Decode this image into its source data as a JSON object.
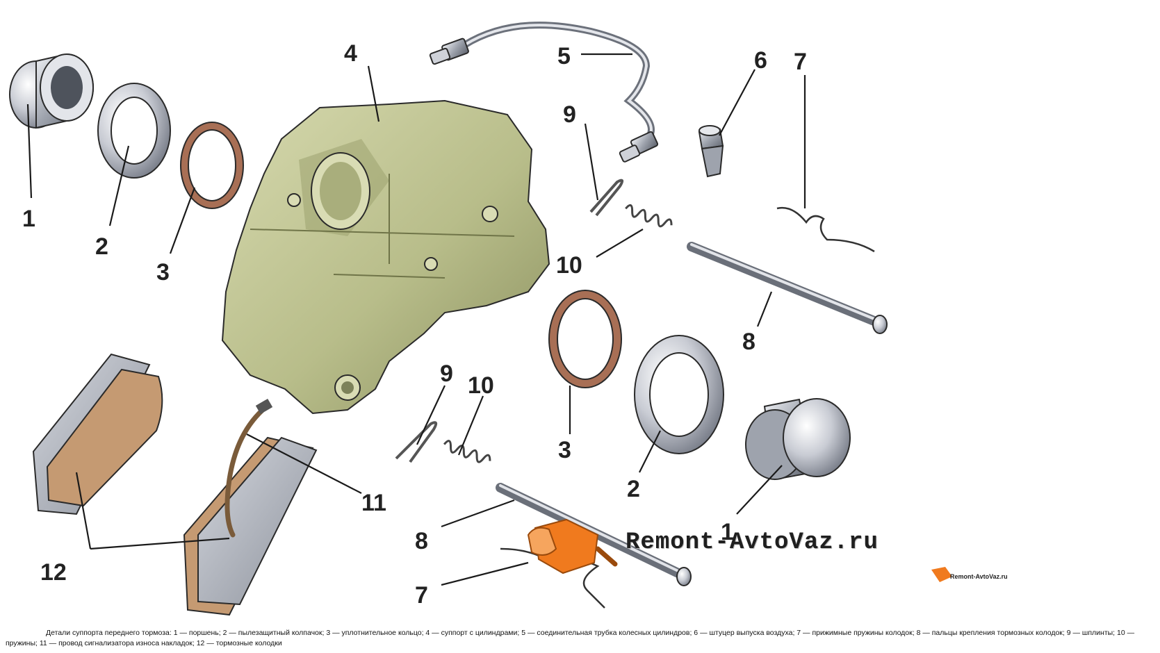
{
  "callouts": [
    {
      "id": "1a",
      "text": "1"
    },
    {
      "id": "2a",
      "text": "2"
    },
    {
      "id": "3a",
      "text": "3"
    },
    {
      "id": "4",
      "text": "4"
    },
    {
      "id": "5",
      "text": "5"
    },
    {
      "id": "6",
      "text": "6"
    },
    {
      "id": "7a",
      "text": "7"
    },
    {
      "id": "9a",
      "text": "9"
    },
    {
      "id": "10a",
      "text": "10"
    },
    {
      "id": "8a",
      "text": "8"
    },
    {
      "id": "3b",
      "text": "3"
    },
    {
      "id": "2b",
      "text": "2"
    },
    {
      "id": "1b",
      "text": "1"
    },
    {
      "id": "9b",
      "text": "9"
    },
    {
      "id": "10b",
      "text": "10"
    },
    {
      "id": "11",
      "text": "11"
    },
    {
      "id": "12",
      "text": "12"
    },
    {
      "id": "8b",
      "text": "8"
    },
    {
      "id": "7b",
      "text": "7"
    }
  ],
  "watermark": {
    "text": "Remont-AvtoVaz.ru",
    "small_text": "Remont-AvtoVaz.ru",
    "brand_color": "#f07a1e"
  },
  "caption": "Детали суппорта переднего тормоза: 1 — поршень; 2 — пылезащитный колпачок; 3 — уплотнительное кольцо; 4 — суппорт с цилиндрами; 5 — соединительная трубка колесных цилиндров; 6 — штуцер выпуска воздуха; 7 — прижимные пружины колодок; 8 — пальцы крепления тормозных колодок; 9 — шплинты; 10 — пружины; 11 — провод сигнализатора износа накладок; 12 — тормозные колодки",
  "colors": {
    "caliper": "#b8bd8a",
    "seal": "#a86f55",
    "metal": "#c9ccd4",
    "pad": "#c59a72",
    "plate": "#a8adb8"
  }
}
